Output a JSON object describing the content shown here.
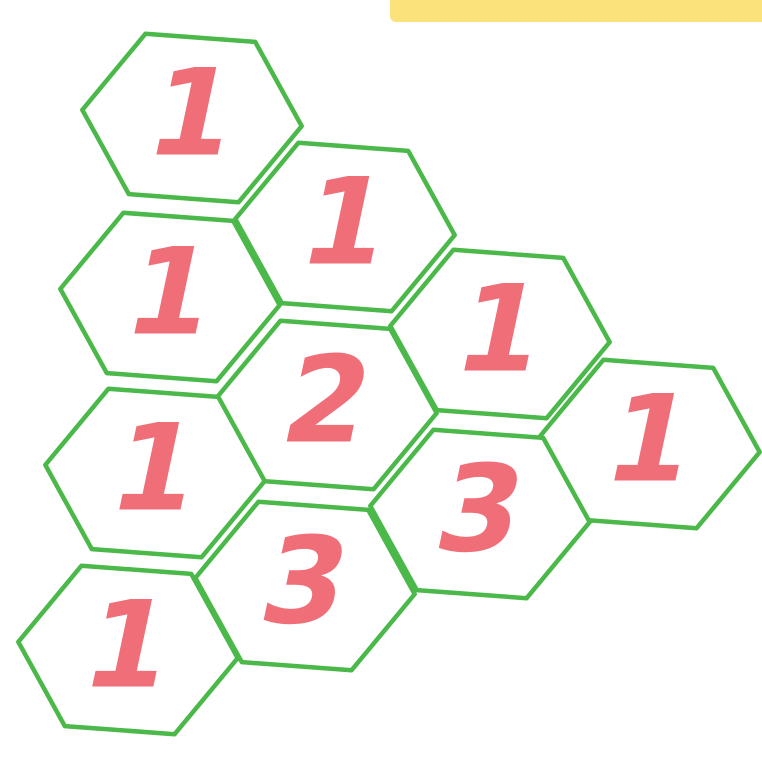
{
  "colors": {
    "banner": "#fbe27a",
    "hex_stroke": "#4bb84a",
    "number": "#f06e78"
  },
  "board": {
    "tiles": [
      {
        "id": "r1c1",
        "value": "1"
      },
      {
        "id": "r1c2",
        "value": "1"
      },
      {
        "id": "r1c3",
        "value": "1"
      },
      {
        "id": "r1c4",
        "value": "1"
      },
      {
        "id": "r2c1",
        "value": "1"
      },
      {
        "id": "r2c2",
        "value": "2"
      },
      {
        "id": "r2c3",
        "value": "3"
      },
      {
        "id": "r3c1",
        "value": "1"
      },
      {
        "id": "r3c2",
        "value": "3"
      },
      {
        "id": "r4c1",
        "value": "1"
      }
    ]
  }
}
